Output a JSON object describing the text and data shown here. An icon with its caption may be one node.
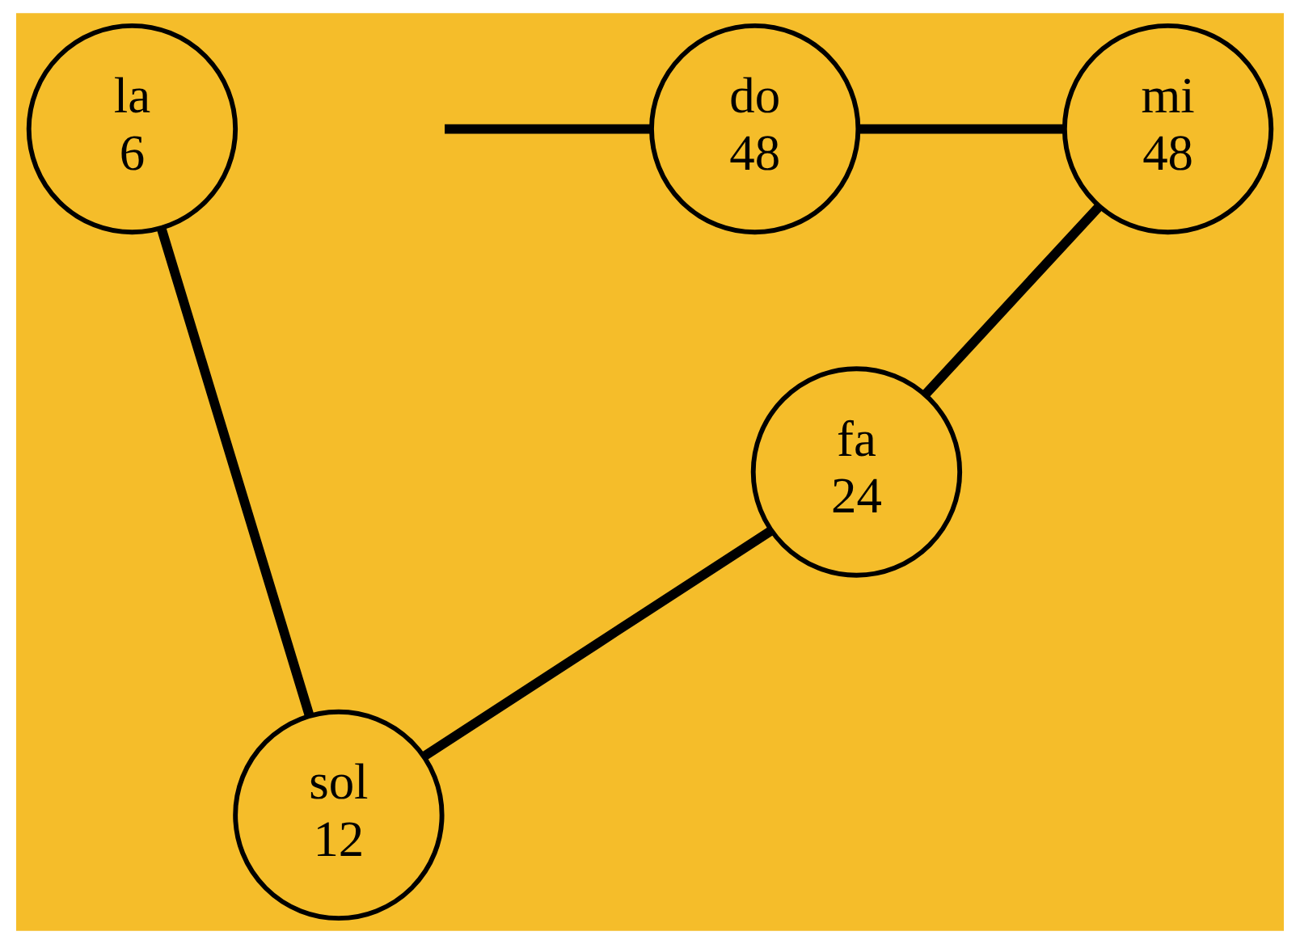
{
  "diagram": {
    "nodes": [
      {
        "text": [
          "do",
          "48"
        ]
      },
      {
        "text": [
          "mi",
          "48"
        ]
      },
      {
        "text": [
          "la",
          "6"
        ]
      },
      {
        "text": [
          "fa",
          "24"
        ]
      },
      {
        "text": [
          "sol",
          "12"
        ]
      }
    ],
    "edges": [
      {
        "from": null,
        "to": 0,
        "arrow": "none"
      },
      {
        "from": 0,
        "to": 1,
        "arrow": "none"
      },
      {
        "from": 1,
        "to": 3,
        "arrow": "none"
      },
      {
        "from": 3,
        "to": 4,
        "arrow": "none"
      },
      {
        "from": 4,
        "to": 2,
        "arrow": "none"
      }
    ]
  }
}
